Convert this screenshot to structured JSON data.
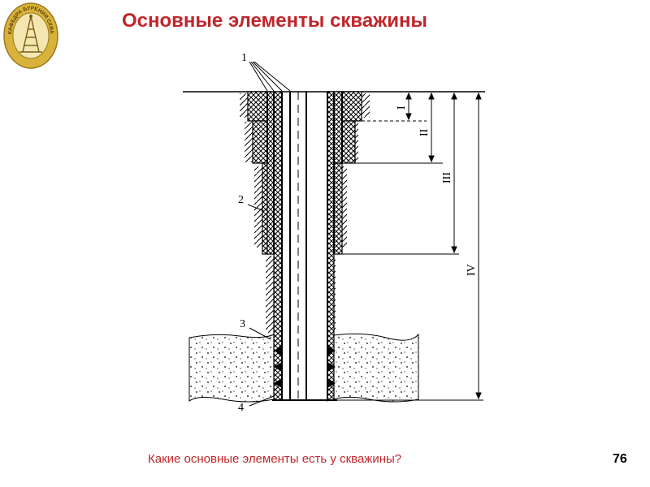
{
  "title": "Основные элементы скважины",
  "caption": "Какие основные элементы есть у скважины?",
  "page_number": "76",
  "logo": {
    "text": "КАФЕДРА БУРЕНИЯ СКВАЖИН",
    "icon": "drilling-rig-emblem"
  },
  "diagram": {
    "element_labels": [
      "1",
      "2",
      "3",
      "4"
    ],
    "interval_labels": [
      "I",
      "II",
      "III",
      "IV"
    ]
  },
  "colors": {
    "title": "#c0262b",
    "caption": "#c0262b",
    "logo_gold": "#d8b23a"
  }
}
